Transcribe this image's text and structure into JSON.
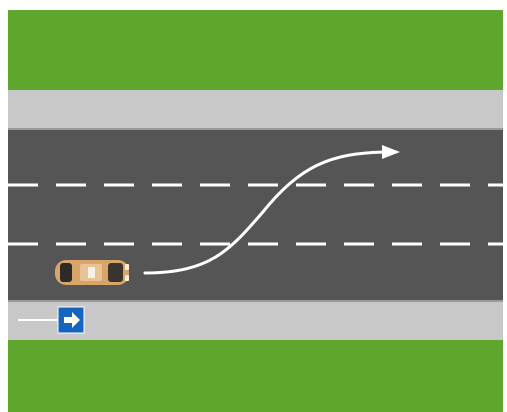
{
  "scene": {
    "direction_sign": "right-arrow-direction-sign",
    "maneuver": "lane-change-across-two-lanes",
    "vehicle": "car",
    "colors": {
      "grass": "#5fa72c",
      "sidewalk": "#c8c8c8",
      "road": "#555555",
      "lane_marking": "#ffffff",
      "car_body": "#d7a56a",
      "sign_bg": "#1565c0"
    }
  }
}
